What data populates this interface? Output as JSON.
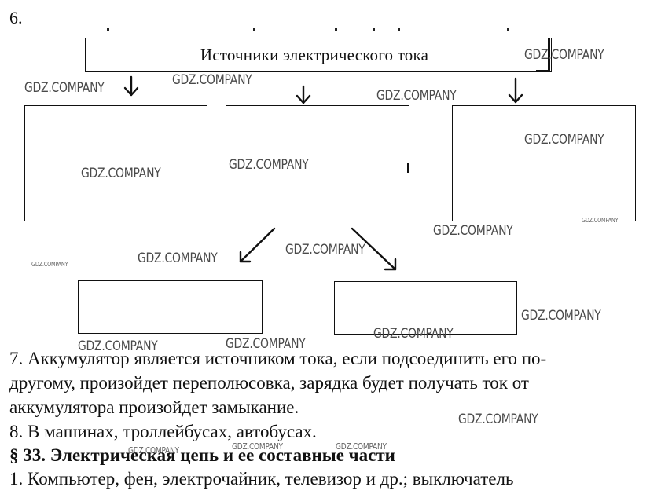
{
  "question_number": "6.",
  "diagram": {
    "title": "Источники электрического тока"
  },
  "watermark": "GDZ.COMPANY",
  "answers": {
    "line1": "7. Аккумулятор является источником тока, если подсоединить его по-",
    "line2": "другому, произойдет переполюсовка, зарядка будет получать ток от",
    "line3": "аккумулятора произойдет замыкание.",
    "line4": "8. В машинах, троллейбусах, автобусах.",
    "section": "§ 33.  Электрическая цепь и ее составные части",
    "line5": "1. Компьютер, фен, электрочайник, телевизор и др.; выключатель"
  }
}
